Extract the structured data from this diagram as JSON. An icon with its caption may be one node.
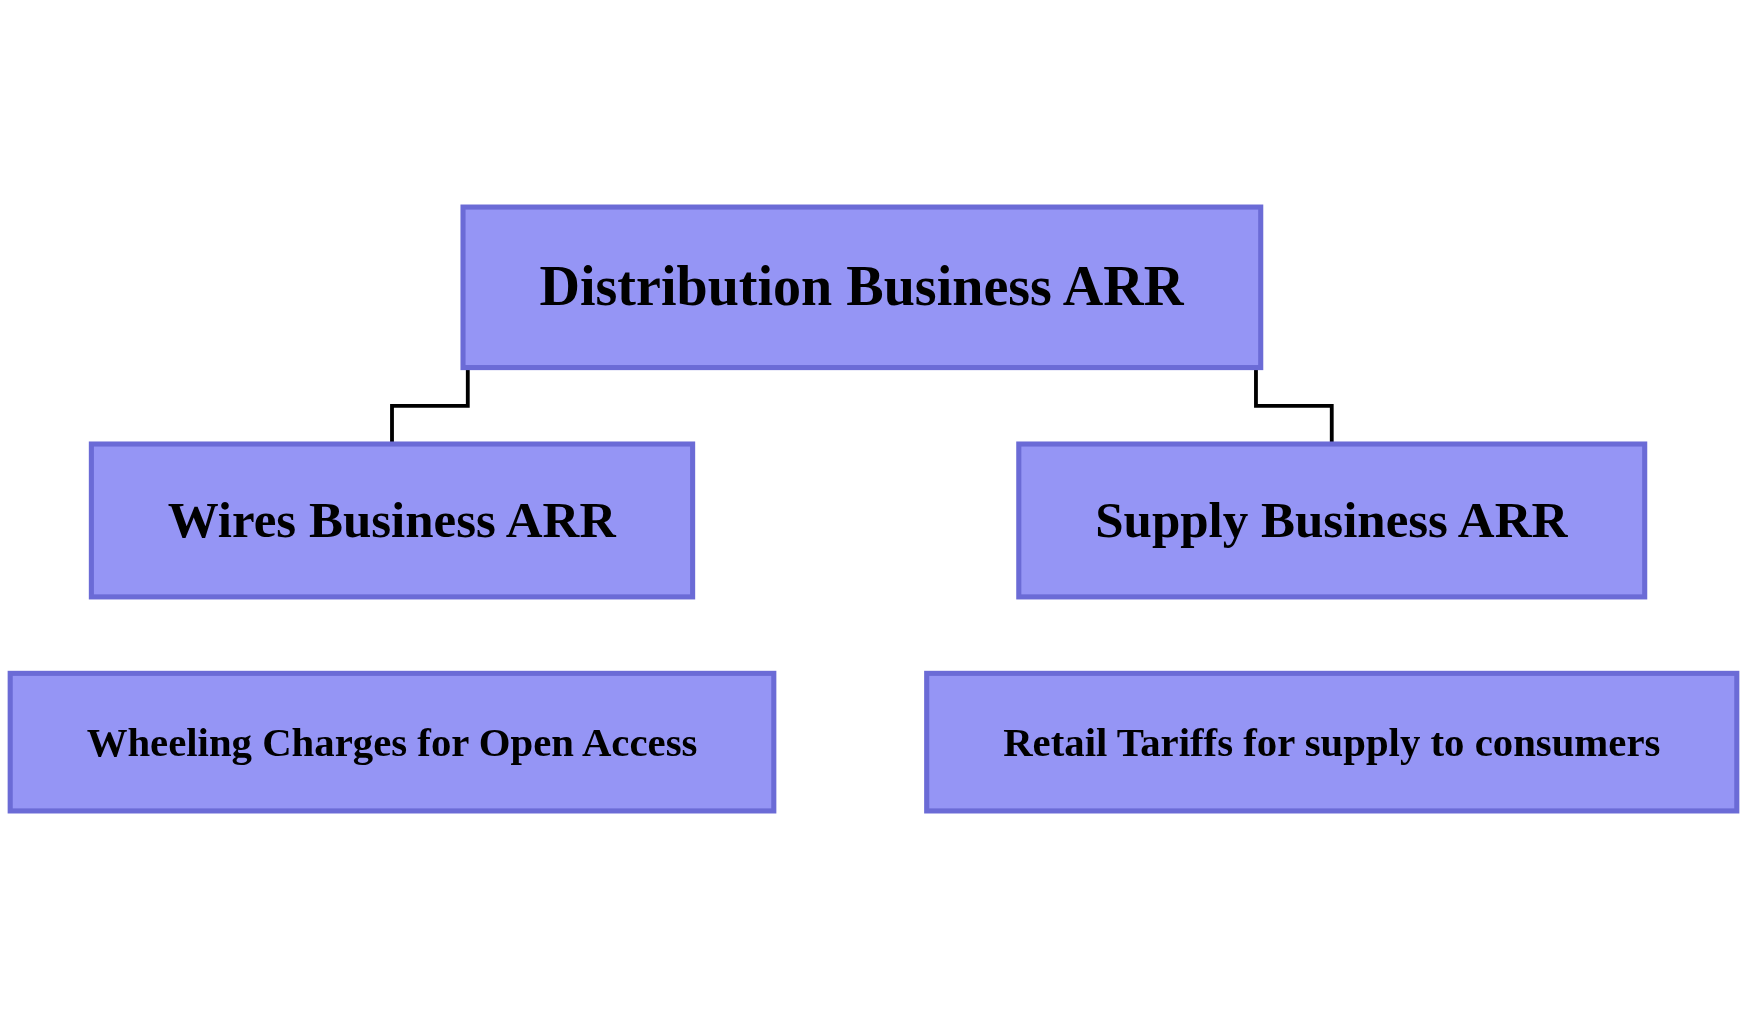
{
  "diagram": {
    "nodes": [
      {
        "text": [
          "Distribution Business ARR"
        ]
      },
      {
        "text": [
          "Wires Business ARR"
        ]
      },
      {
        "text": [
          "Supply Business ARR"
        ]
      },
      {
        "text": [
          "Wheeling Charges for Open Access"
        ]
      },
      {
        "text": [
          "Retail Tariffs for supply to consumers"
        ]
      }
    ],
    "edges": [
      {
        "from": 0,
        "to": 1,
        "arrow": "none"
      },
      {
        "from": 0,
        "to": 2,
        "arrow": "none"
      }
    ]
  }
}
